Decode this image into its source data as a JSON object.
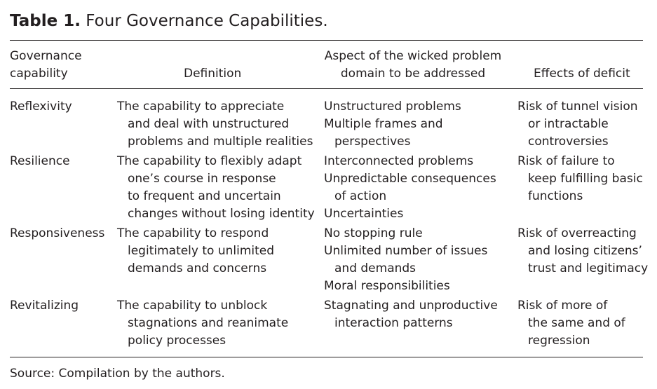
{
  "table": {
    "label": "Table 1.",
    "title": "Four Governance Capabilities.",
    "headers": {
      "capability": [
        "Governance",
        "capability"
      ],
      "definition": "Definition",
      "aspect": [
        "Aspect of the wicked problem",
        "domain to be addressed"
      ],
      "effects": "Effects of deficit"
    },
    "rows": [
      {
        "capability": "Reflexivity",
        "definition": [
          "The capability to appreciate",
          "and deal with unstructured",
          "problems and multiple realities"
        ],
        "aspect": [
          "Unstructured problems",
          "Multiple frames and",
          "perspectives"
        ],
        "effects": [
          "Risk of tunnel vision",
          "or intractable",
          "controversies"
        ]
      },
      {
        "capability": "Resilience",
        "definition": [
          "The capability to flexibly adapt",
          "one’s course in response",
          "to frequent and uncertain",
          "changes without losing identity"
        ],
        "aspect": [
          "Interconnected problems",
          "Unpredictable consequences",
          "of action",
          "Uncertainties"
        ],
        "effects": [
          "Risk of failure to",
          "keep fulfilling basic",
          "functions"
        ]
      },
      {
        "capability": "Responsiveness",
        "definition": [
          "The capability to respond",
          "legitimately to unlimited",
          "demands and concerns"
        ],
        "aspect": [
          "No stopping rule",
          "Unlimited number of issues",
          "and demands",
          "Moral responsibilities"
        ],
        "effects": [
          "Risk of overreacting",
          "and losing citizens’",
          "trust and legitimacy"
        ]
      },
      {
        "capability": "Revitalizing",
        "definition": [
          "The capability to unblock",
          "stagnations and reanimate",
          "policy processes"
        ],
        "aspect": [
          "Stagnating and unproductive",
          "interaction patterns"
        ],
        "effects": [
          "Risk of more of",
          "the same and of",
          "regression"
        ]
      }
    ],
    "source": "Source: Compilation by the authors."
  }
}
